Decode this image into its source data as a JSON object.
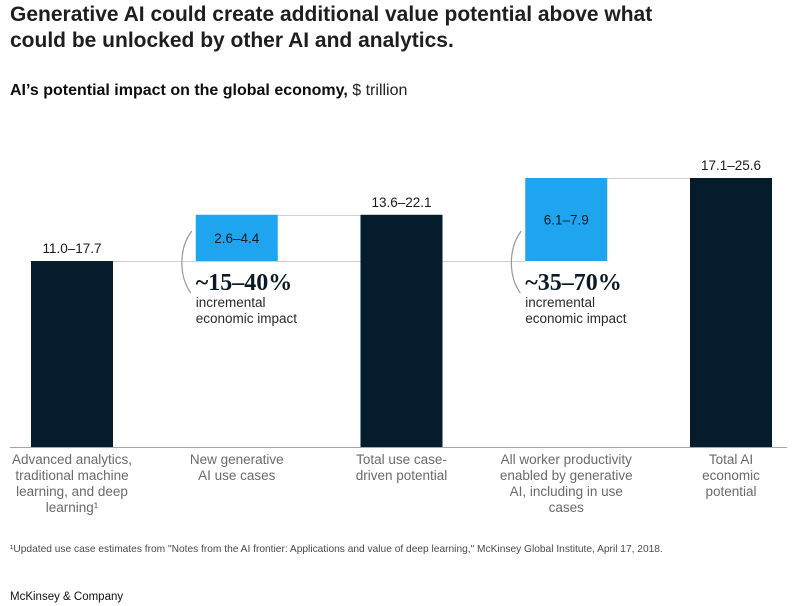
{
  "headline": "Generative AI could create additional value potential above what could be unlocked by other AI and analytics.",
  "colors": {
    "connector": "#cfcfcf",
    "axis": "#a6a6a6",
    "bracket": "#9a9a9a"
  },
  "chart_data": {
    "type": "bar",
    "title": "AI’s potential impact on the global economy,",
    "unit": "$ trillion",
    "xlabel": "",
    "ylabel": "",
    "grid": false,
    "legend": null,
    "categories": [
      "Advanced analytics, traditional machine learning, and deep learning¹",
      "New generative AI use cases",
      "Total use case-driven potential",
      "All worker productivity enabled by generative AI, including in use cases",
      "Total AI economic potential"
    ],
    "bars": [
      {
        "label": "11.0–17.7",
        "low": 11.0,
        "high": 17.7,
        "base": 0,
        "color": "#051c2c"
      },
      {
        "label": "2.6–4.4",
        "low": 2.6,
        "high": 4.4,
        "base": 17.7,
        "color": "#1fa5ef"
      },
      {
        "label": "13.6–22.1",
        "low": 13.6,
        "high": 22.1,
        "base": 0,
        "color": "#051c2c"
      },
      {
        "label": "6.1–7.9",
        "low": 6.1,
        "high": 7.9,
        "base": 17.7,
        "color": "#1fa5ef"
      },
      {
        "label": "17.1–25.6",
        "low": 17.1,
        "high": 25.6,
        "base": 0,
        "color": "#051c2c"
      }
    ],
    "annotations": [
      {
        "bar": 1,
        "value": "~15–40%",
        "text": "incremental economic impact"
      },
      {
        "bar": 3,
        "value": "~35–70%",
        "text": "incremental economic impact"
      }
    ]
  },
  "footnote": "¹Updated use case estimates from \"Notes from the AI frontier: Applications and value of deep learning,\" McKinsey Global Institute, April 17, 2018.",
  "brand": "McKinsey & Company"
}
